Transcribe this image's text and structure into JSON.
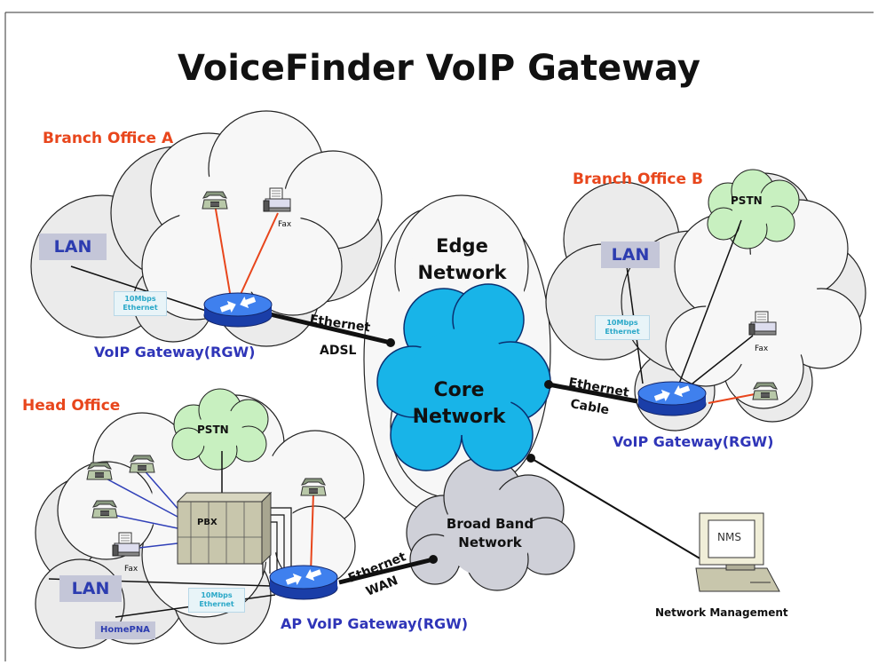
{
  "title": "VoiceFinder VoIP Gateway",
  "sites": {
    "branch_a": {
      "label": "Branch Office A",
      "lan": "LAN",
      "ethernet_box": [
        "10Mbps",
        "Ethernet"
      ],
      "gateway": "VoIP Gateway(RGW)",
      "fax": "Fax"
    },
    "branch_b": {
      "label": "Branch Office B",
      "lan": "LAN",
      "ethernet_box": [
        "10Mbps",
        "Ethernet"
      ],
      "gateway": "VoIP Gateway(RGW)",
      "fax": "Fax",
      "pstn": "PSTN"
    },
    "head": {
      "label": "Head Office",
      "lan": "LAN",
      "ethernet_box": [
        "10Mbps",
        "Ethernet"
      ],
      "gateway": "AP VoIP Gateway(RGW)",
      "fax": "Fax",
      "pstn": "PSTN",
      "pbx": "PBX",
      "homepna": "HomePNA"
    }
  },
  "networks": {
    "edge": [
      "Edge",
      "Network"
    ],
    "core": [
      "Core",
      "Network"
    ],
    "broadband": [
      "Broad Band",
      "Network"
    ]
  },
  "links": {
    "a_top": "Ethernet",
    "a_bottom": "ADSL",
    "b_top": "Ethernet",
    "b_bottom": "Cable",
    "head_top": "Ethernet",
    "head_bottom": "WAN"
  },
  "nms": {
    "screen": "NMS",
    "caption": "Network Management"
  },
  "colors": {
    "site_label": "#e8461c",
    "gateway_label": "#2f35b8",
    "core": "#18b4e8",
    "pstn": "#c8f0c0",
    "router": "#2e6fe0"
  },
  "icons": [
    "telephone-icon",
    "fax-icon",
    "router-icon",
    "pbx-icon",
    "computer-icon"
  ]
}
